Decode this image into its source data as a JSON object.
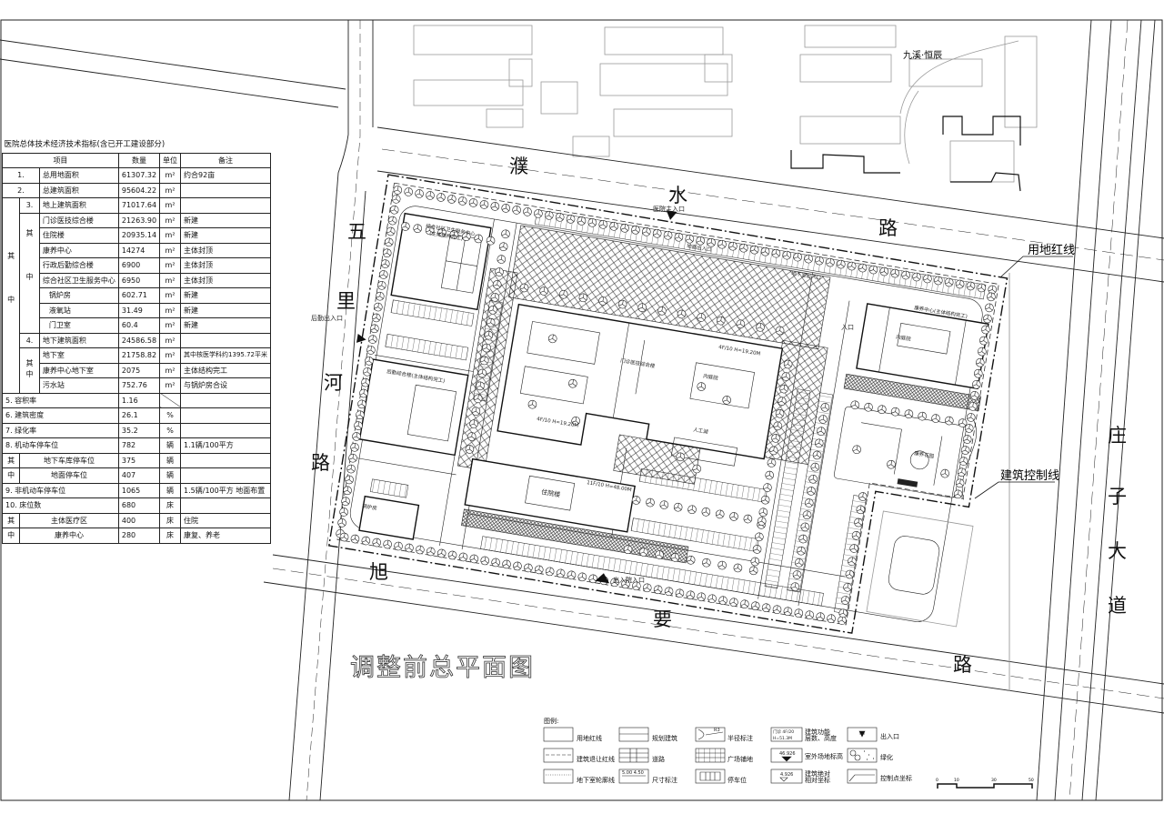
{
  "drawing_title": "调整前总平面图",
  "neighborhood_label": "九溪·恒辰",
  "roads": {
    "north": [
      "濮",
      "水",
      "路"
    ],
    "west": [
      "五",
      "里",
      "河",
      "路"
    ],
    "south": [
      "旭",
      "要",
      "路"
    ],
    "east": [
      "庄",
      "子",
      "大",
      "道"
    ]
  },
  "callouts": {
    "site_red_line": "用地红线",
    "building_control_line": "建筑控制线"
  },
  "site_labels": {
    "main_entrance": "医院主入口",
    "ground_entrance": "地面出入口",
    "logistics_entrance": "后勤出入口",
    "admission_entrance": "出入院入口",
    "entrance": "入口",
    "outpatient": "门诊医技综合楼",
    "outpatient_height": "4F/10 H=19.20M",
    "outpatient_height_2": "4F/10 H=19.20M",
    "inpatient": "住院楼",
    "inpatient_height": "11F/10 H=48.00M",
    "inner_court": "内庭院",
    "artificial_lake": "人工湖",
    "boiler": "锅炉房",
    "community_center": "综合社区卫生服务中心",
    "community_center_note": "(主体结构完工)",
    "logistics": "后勤综合楼(主体结构完工)",
    "wellness": "康养中心(主体结构完工)",
    "wellness_court": "内庭院",
    "wellness_garden": "康养花园",
    "underground_parking_label": "地下室出入口"
  },
  "table": {
    "title": "医院总体技术经济技术指标(含已开工建设部分)",
    "headers": {
      "item": "项目",
      "qty": "数量",
      "unit": "单位",
      "note": "备注"
    },
    "qizhong": "其中",
    "qi": "其",
    "zhong": "中",
    "rows": [
      {
        "no": "1.",
        "item": "总用地面积",
        "qty": "61307.32",
        "unit": "m²",
        "note": "约合92亩"
      },
      {
        "no": "2.",
        "item": "总建筑面积",
        "qty": "95604.22",
        "unit": "m²",
        "note": ""
      },
      {
        "no": "3.",
        "item": "地上建筑面积",
        "qty": "71017.64",
        "unit": "m²",
        "note": ""
      },
      {
        "item": "门诊医技综合楼",
        "qty": "21263.90",
        "unit": "m²",
        "note": "新建"
      },
      {
        "item": "住院楼",
        "qty": "20935.14",
        "unit": "m²",
        "note": "新建"
      },
      {
        "item": "康养中心",
        "qty": "14274",
        "unit": "m²",
        "note": "主体封顶"
      },
      {
        "item": "行政后勤综合楼",
        "qty": "6900",
        "unit": "m²",
        "note": "主体封顶"
      },
      {
        "item": "综合社区卫生服务中心",
        "qty": "6950",
        "unit": "m²",
        "note": "主体封顶"
      },
      {
        "item": "锅炉房",
        "qty": "602.71",
        "unit": "m²",
        "note": "新建"
      },
      {
        "item": "液氧站",
        "qty": "31.49",
        "unit": "m²",
        "note": "新建"
      },
      {
        "item": "门卫室",
        "qty": "60.4",
        "unit": "m²",
        "note": "新建"
      },
      {
        "no": "4.",
        "item": "地下建筑面积",
        "qty": "24586.58",
        "unit": "m²",
        "note": ""
      },
      {
        "item": "地下室",
        "qty": "21758.82",
        "unit": "m²",
        "note": "其中核医学科约1395.72平米"
      },
      {
        "item": "康养中心地下室",
        "qty": "2075",
        "unit": "m²",
        "note": "主体结构完工"
      },
      {
        "item": "污水站",
        "qty": "752.76",
        "unit": "m²",
        "note": "与锅炉房合设"
      },
      {
        "item": "5.  容积率",
        "qty": "1.16",
        "unit": "",
        "note": ""
      },
      {
        "item": "6.  建筑密度",
        "qty": "26.1",
        "unit": "%",
        "note": ""
      },
      {
        "item": "7.  绿化率",
        "qty": "35.2",
        "unit": "%",
        "note": ""
      },
      {
        "item": "8.  机动车停车位",
        "qty": "782",
        "unit": "辆",
        "note": "1.1辆/100平方"
      },
      {
        "item": "地下车库停车位",
        "qty": "375",
        "unit": "辆",
        "note": ""
      },
      {
        "item": "地面停车位",
        "qty": "407",
        "unit": "辆",
        "note": ""
      },
      {
        "item": "9. 非机动车停车位",
        "qty": "1065",
        "unit": "辆",
        "note": "1.5辆/100平方  地面布置"
      },
      {
        "item": "10. 床位数",
        "qty": "680",
        "unit": "床",
        "note": ""
      },
      {
        "item": "主体医疗区",
        "qty": "400",
        "unit": "床",
        "note": "住院"
      },
      {
        "item": "康养中心",
        "qty": "280",
        "unit": "床",
        "note": "康复、养老"
      }
    ]
  },
  "legend": {
    "title": "图例:",
    "items": [
      "用地红线",
      "建筑退让红线",
      "地下室轮廓线",
      "规划建筑",
      "道路",
      "尺寸标注",
      "半径标注",
      "广场铺地",
      "停车位",
      "建筑功能",
      "层数、高度",
      "室外场地标高",
      "建筑绝对",
      "相对坐标",
      "出入口",
      "绿化",
      "控制点坐标"
    ],
    "samples": {
      "radius": "R3",
      "function": "门诊 4F/20",
      "height": "H=51.3M",
      "elevation": "46.926",
      "relative": "4.926",
      "dimension": "5.00 4.50"
    }
  },
  "scale_bar": {
    "ticks": [
      "0",
      "10",
      "30",
      "50"
    ]
  },
  "colors": {
    "line": "#111111",
    "gray_context": "#9a9a9a",
    "hatch": "#333333"
  }
}
